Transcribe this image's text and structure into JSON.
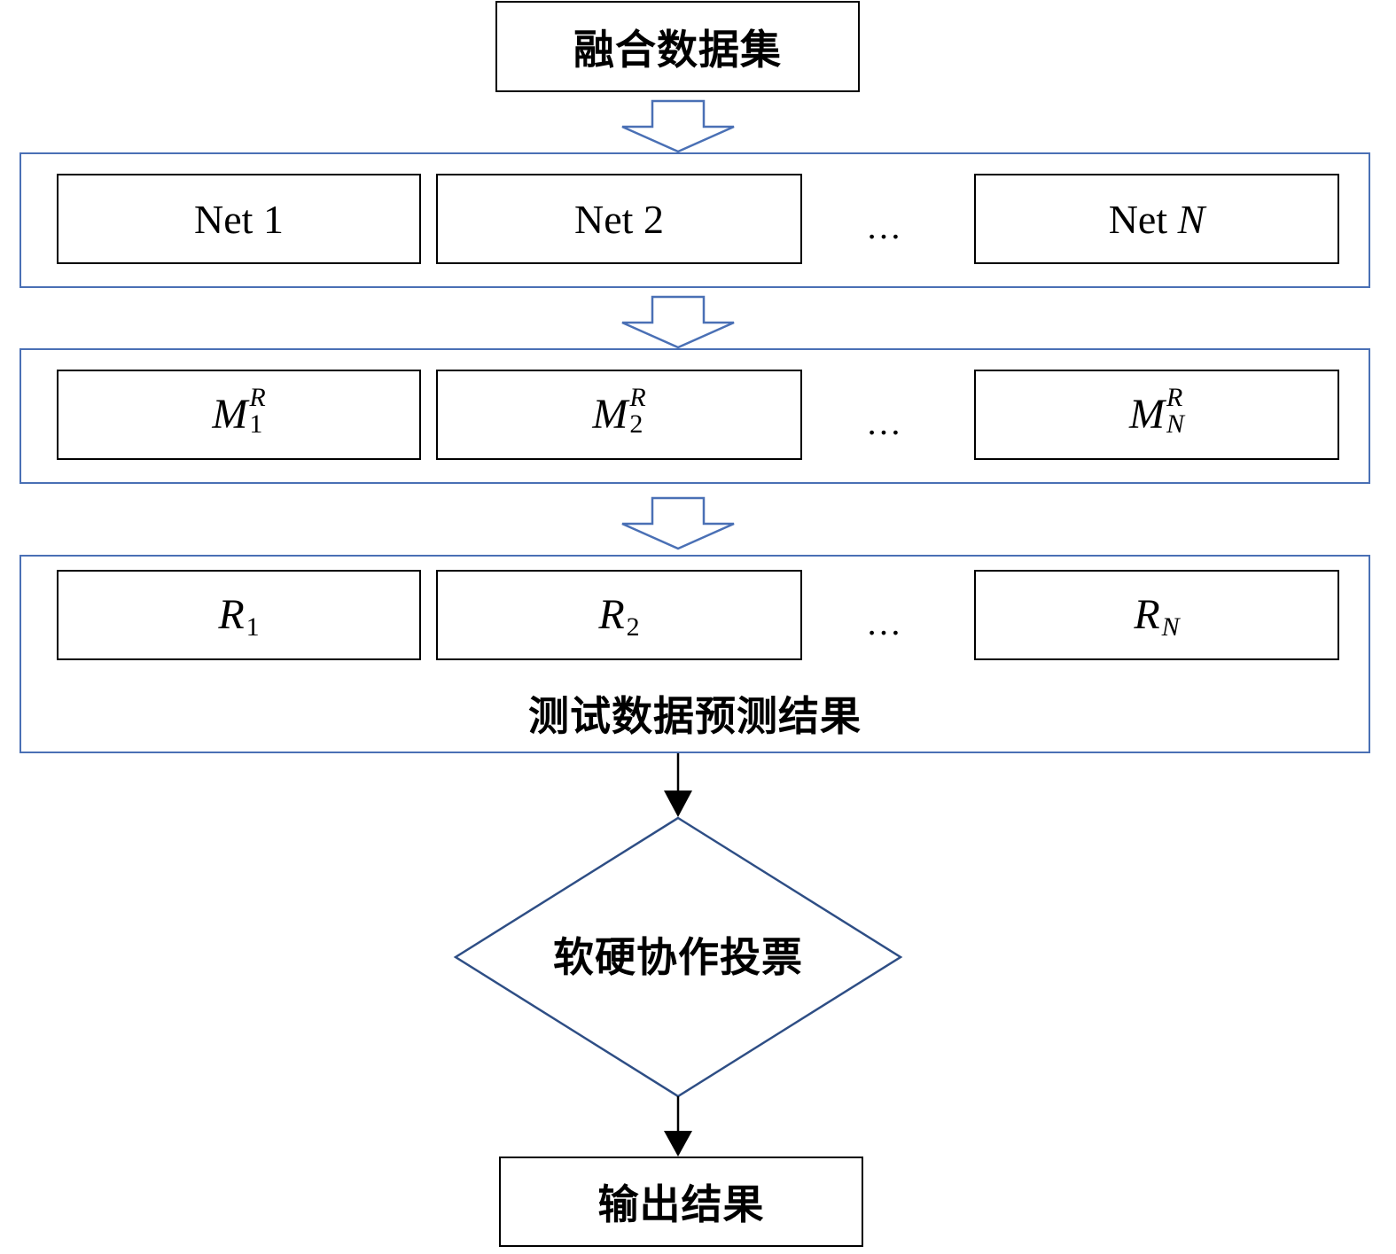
{
  "dataset_label": "融合数据集",
  "nets": [
    {
      "name": "Net ",
      "index": "1",
      "index_italic": false
    },
    {
      "name": "Net ",
      "index": "2",
      "index_italic": false
    },
    {
      "name": "Net ",
      "index": "N",
      "index_italic": true
    }
  ],
  "ellipsis": "…",
  "models": [
    {
      "base": "M",
      "sup": "R",
      "sub": "1"
    },
    {
      "base": "M",
      "sup": "R",
      "sub": "2"
    },
    {
      "base": "M",
      "sup": "R",
      "sub": "N"
    }
  ],
  "results": [
    {
      "base": "R",
      "sub": "1"
    },
    {
      "base": "R",
      "sub": "2"
    },
    {
      "base": "R",
      "sub": "N"
    }
  ],
  "prediction_group_label": "测试数据预测结果",
  "voting_label": "软硬协作投票",
  "output_label": "输出结果",
  "colors": {
    "group_border": "#4a70b5",
    "box_border": "#000000",
    "arrow_outline": "#4a70b5"
  }
}
